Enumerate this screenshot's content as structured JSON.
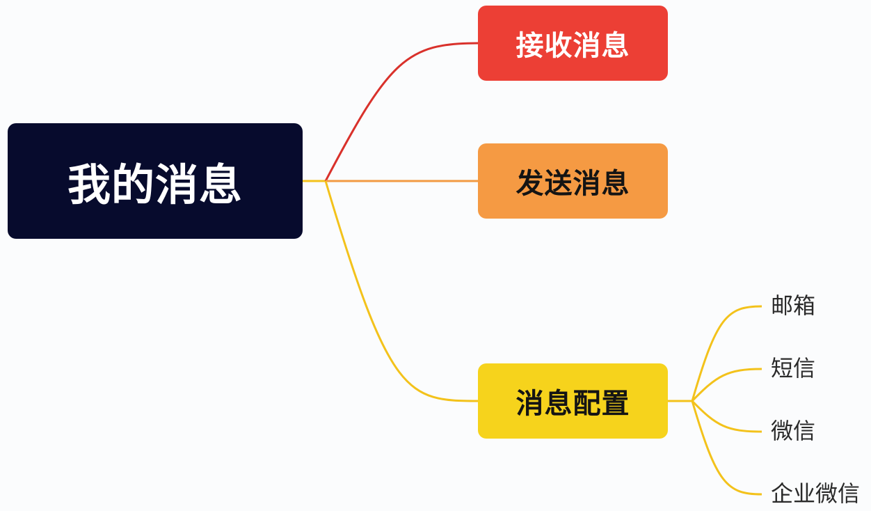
{
  "colors": {
    "root_bg": "#070b2d",
    "receive_bg": "#ec3f35",
    "send_bg": "#f59a43",
    "config_bg": "#f6d31c",
    "edge_receive": "#d9312b",
    "edge_send": "#f29a42",
    "edge_config": "#f3c21b"
  },
  "mindmap": {
    "root": {
      "label": "我的消息"
    },
    "branches": [
      {
        "label": "接收消息"
      },
      {
        "label": "发送消息"
      },
      {
        "label": "消息配置"
      }
    ],
    "config_children": [
      {
        "label": "邮箱"
      },
      {
        "label": "短信"
      },
      {
        "label": "微信"
      },
      {
        "label": "企业微信"
      }
    ]
  }
}
